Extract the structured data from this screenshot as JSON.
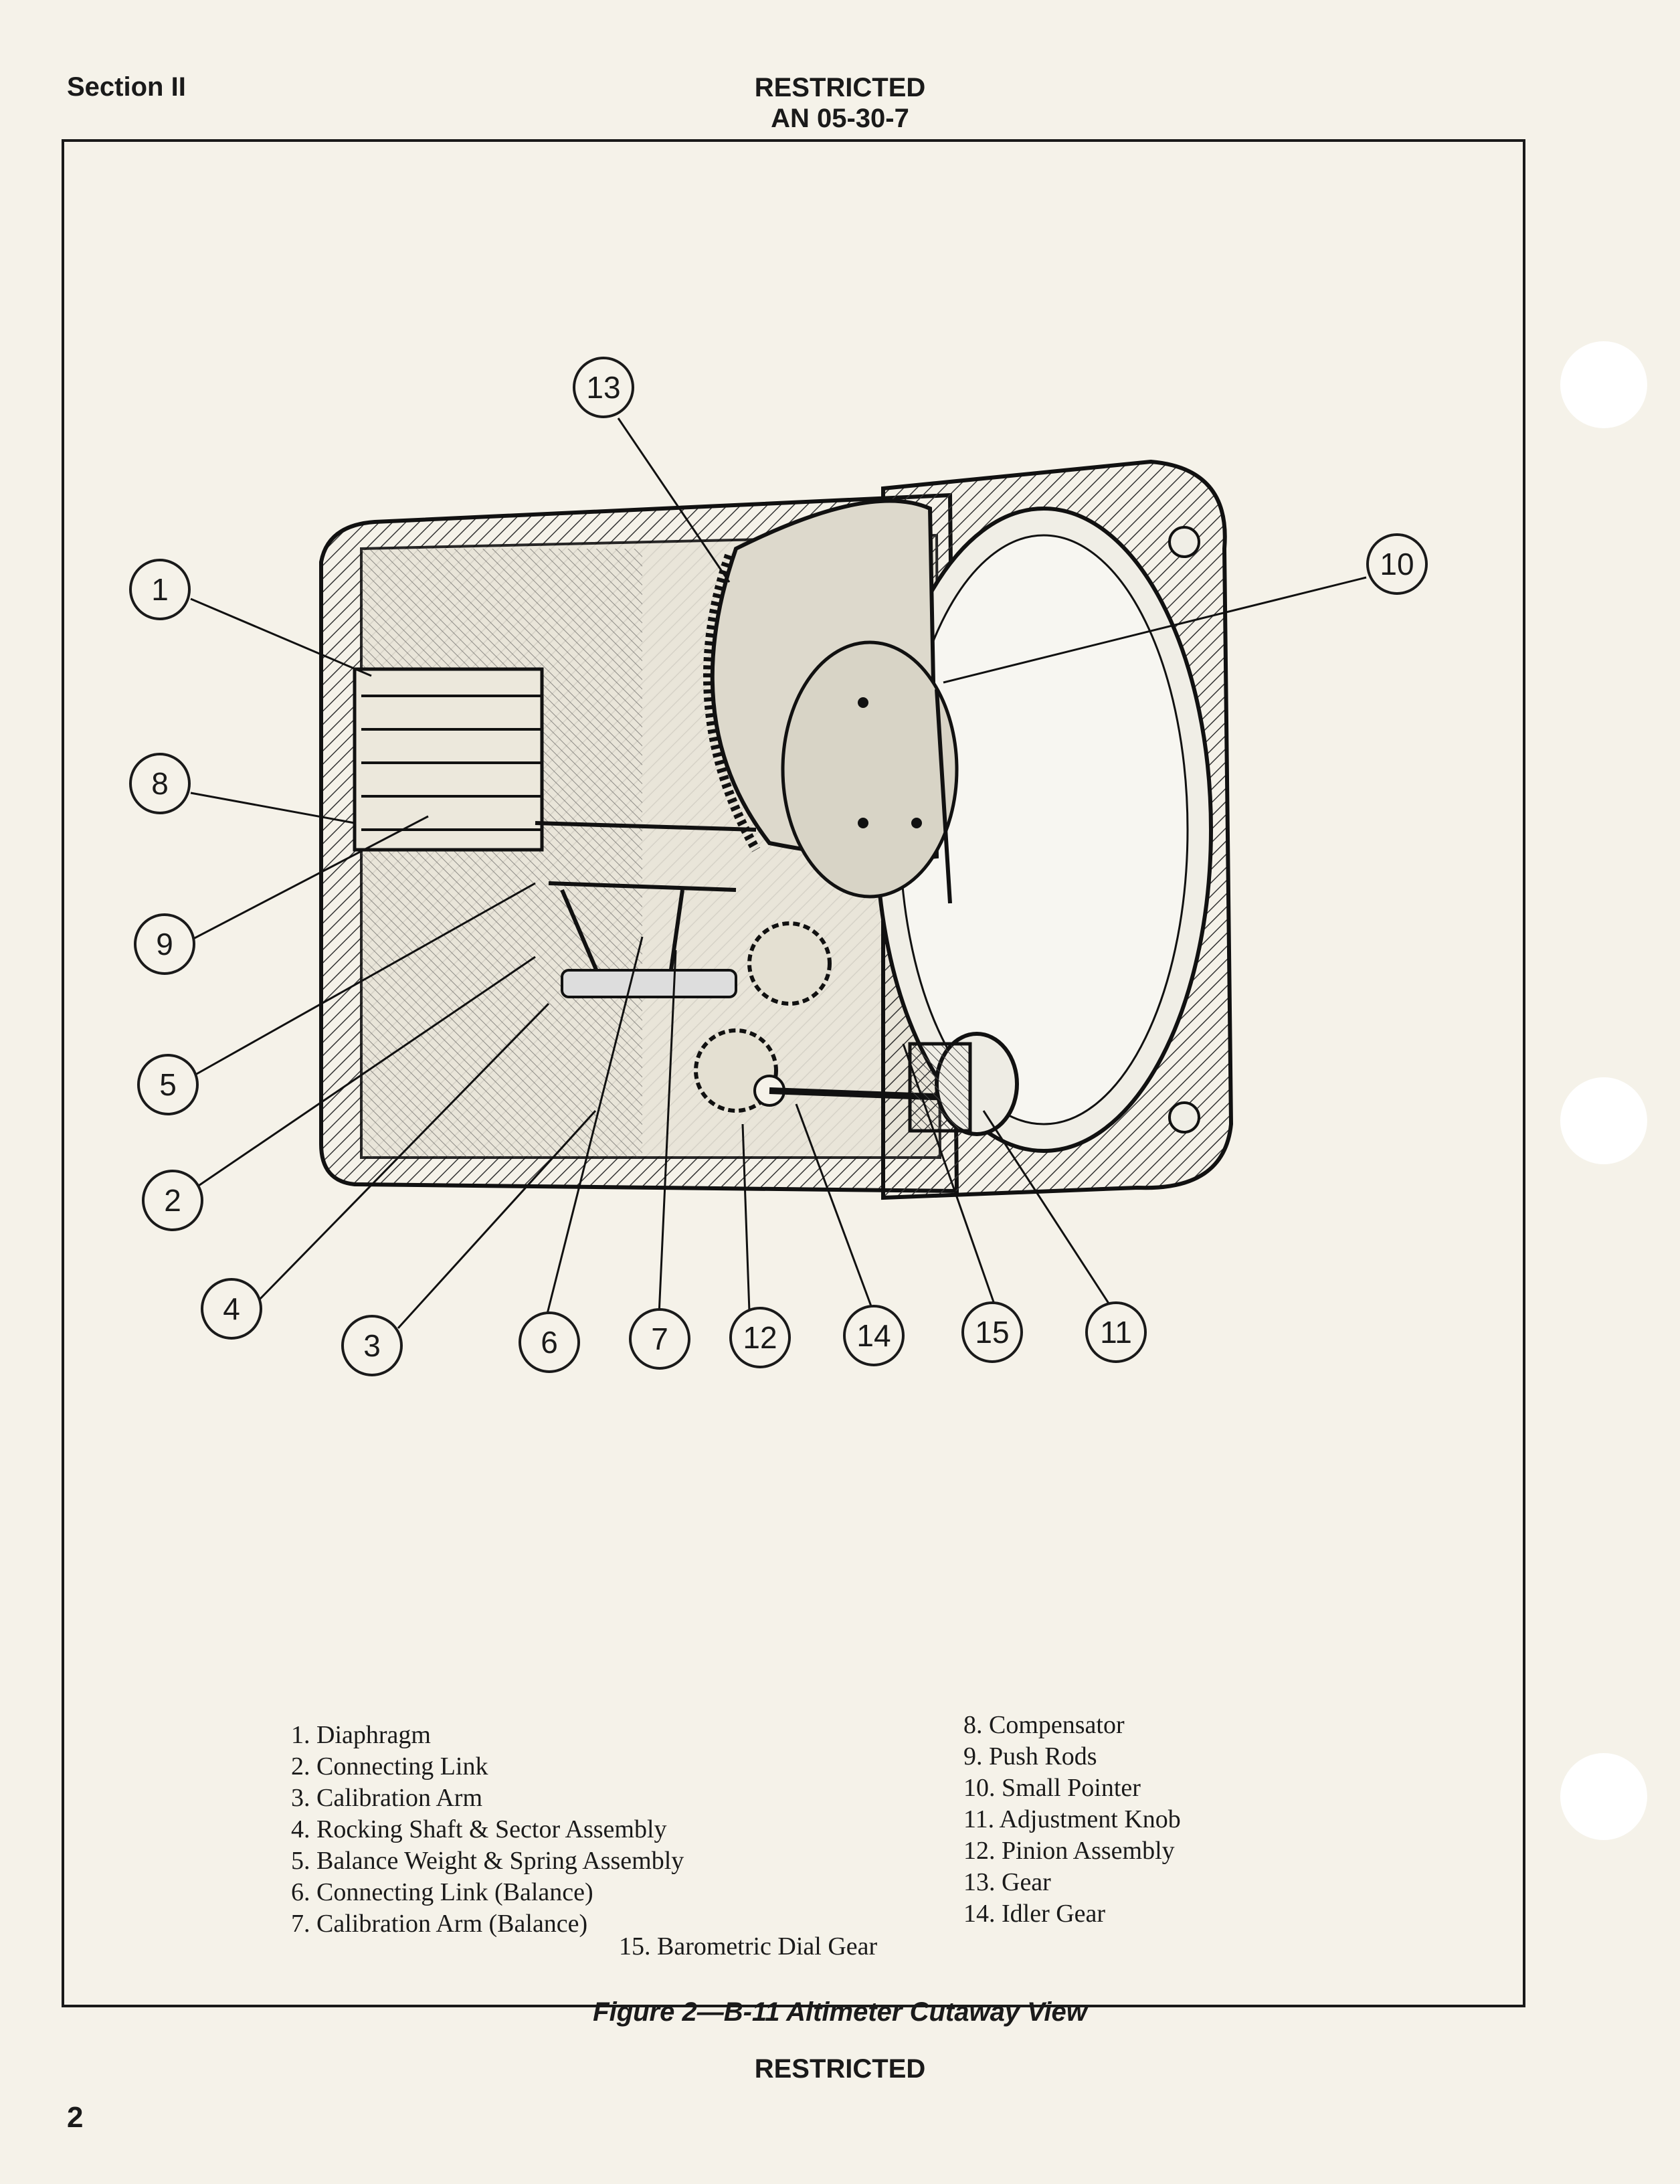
{
  "header": {
    "section": "Section II",
    "classification": "RESTRICTED",
    "doc_number": "AN 05-30-7"
  },
  "callouts": [
    "1",
    "2",
    "3",
    "4",
    "5",
    "6",
    "7",
    "8",
    "9",
    "10",
    "11",
    "12",
    "13",
    "14",
    "15"
  ],
  "legend": {
    "left": [
      "1. Diaphragm",
      "2. Connecting Link",
      "3. Calibration Arm",
      "4. Rocking Shaft & Sector Assembly",
      "5. Balance Weight & Spring Assembly",
      "6. Connecting Link (Balance)",
      "7. Calibration Arm (Balance)"
    ],
    "bottom": "15. Barometric Dial Gear",
    "right": [
      "8. Compensator",
      "9. Push Rods",
      "10. Small Pointer",
      "11. Adjustment Knob",
      "12. Pinion Assembly",
      "13. Gear",
      "14. Idler Gear"
    ]
  },
  "caption": "Figure 2—B-11 Altimeter Cutaway View",
  "footer": {
    "classification": "RESTRICTED",
    "page_number": "2"
  }
}
